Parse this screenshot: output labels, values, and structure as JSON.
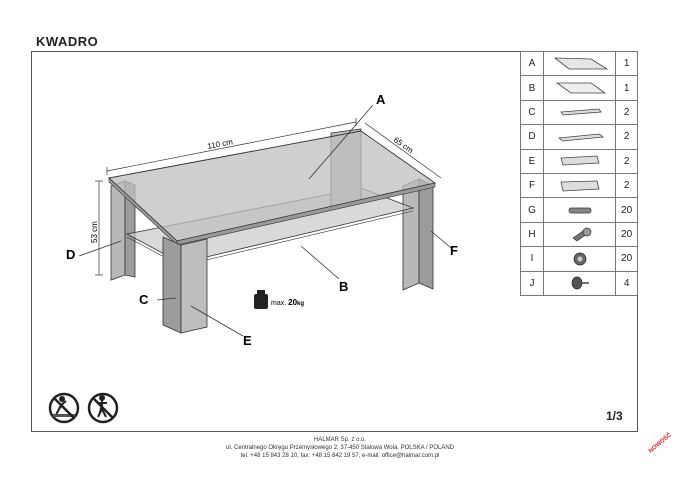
{
  "document": {
    "title": "KWADRO",
    "page_number": "1/3",
    "dimensions": {
      "width": "110 cm",
      "depth": "65 cm",
      "height": "53 cm"
    },
    "max_load": {
      "prefix": "max.",
      "value": "20",
      "unit": "kg"
    },
    "callouts": [
      "A",
      "B",
      "C",
      "D",
      "E",
      "F"
    ],
    "parts": [
      {
        "letter": "A",
        "qty": "1",
        "icon": "glass-top-panel-icon"
      },
      {
        "letter": "B",
        "qty": "1",
        "icon": "glass-shelf-panel-icon"
      },
      {
        "letter": "C",
        "qty": "2",
        "icon": "side-panel-icon"
      },
      {
        "letter": "D",
        "qty": "2",
        "icon": "side-panel-icon"
      },
      {
        "letter": "E",
        "qty": "2",
        "icon": "leg-panel-icon"
      },
      {
        "letter": "F",
        "qty": "2",
        "icon": "leg-panel-icon"
      },
      {
        "letter": "G",
        "qty": "20",
        "icon": "dowel-icon"
      },
      {
        "letter": "H",
        "qty": "20",
        "icon": "screw-icon"
      },
      {
        "letter": "I",
        "qty": "20",
        "icon": "cam-lock-icon"
      },
      {
        "letter": "J",
        "qty": "4",
        "icon": "glider-icon"
      }
    ],
    "footer": {
      "company": "HALMAR Sp. z o.o.",
      "address": "ul. Centralnego Okręgu Przemysłowego 2, 37-450 Stalowa Wola, POLSKA / POLAND",
      "contact": "tel. +48 15 843 28 10, fax: +48 15 842 19 57, e-mail: office@halmar.com.pl"
    },
    "stamp": "NOWOŚĆ",
    "warning_icons": [
      "no-climbing-icon",
      "no-standing-icon"
    ]
  }
}
